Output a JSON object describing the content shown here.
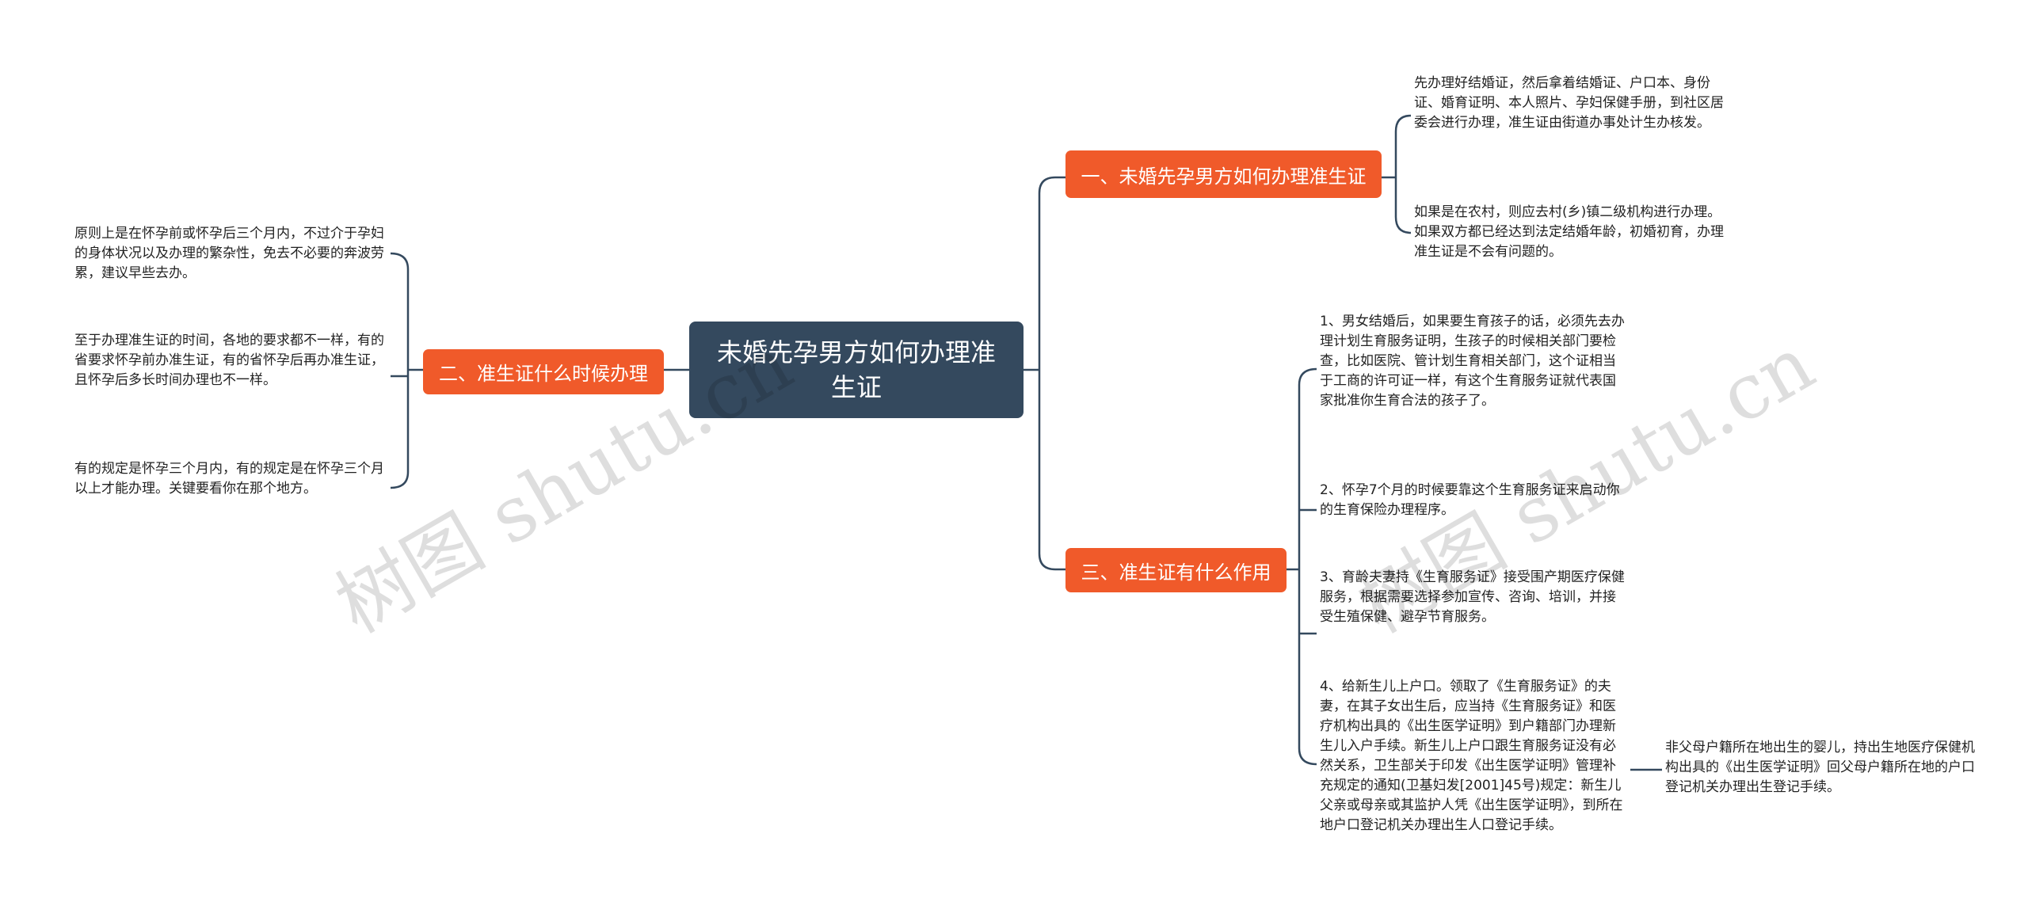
{
  "root": {
    "title": "未婚先孕男方如何办理准生证"
  },
  "branches": [
    {
      "title": "一、未婚先孕男方如何办理准生证",
      "items": [
        "先办理好结婚证，然后拿着结婚证、户口本、身份证、婚育证明、本人照片、孕妇保健手册，到社区居委会进行办理，准生证由街道办事处计生办核发。",
        "如果是在农村，则应去村(乡)镇二级机构进行办理。如果双方都已经达到法定结婚年龄，初婚初育，办理准生证是不会有问题的。"
      ]
    },
    {
      "title": "二、准生证什么时候办理",
      "items": [
        "原则上是在怀孕前或怀孕后三个月内，不过介于孕妇的身体状况以及办理的繁杂性，免去不必要的奔波劳累，建议早些去办。",
        "至于办理准生证的时间，各地的要求都不一样，有的省要求怀孕前办准生证，有的省怀孕后再办准生证，且怀孕后多长时间办理也不一样。",
        "有的规定是怀孕三个月内，有的规定是在怀孕三个月以上才能办理。关键要看你在那个地方。"
      ]
    },
    {
      "title": "三、准生证有什么作用",
      "items": [
        "1、男女结婚后，如果要生育孩子的话，必须先去办理计划生育服务证明，生孩子的时候相关部门要检查，比如医院、管计划生育相关部门，这个证相当于工商的许可证一样，有这个生育服务证就代表国家批准你生育合法的孩子了。",
        "2、怀孕7个月的时候要靠这个生育服务证来启动你的生育保险办理程序。",
        "3、育龄夫妻持《生育服务证》接受围产期医疗保健服务，根据需要选择参加宣传、咨询、培训，并接受生殖保健、避孕节育服务。",
        "4、给新生儿上户口。领取了《生育服务证》的夫妻，在其子女出生后，应当持《生育服务证》和医疗机构出具的《出生医学证明》到户籍部门办理新生儿入户手续。新生儿上户口跟生育服务证没有必然关系，卫生部关于印发《出生医学证明》管理补充规定的通知(卫基妇发[2001]45号)规定：新生儿父亲或母亲或其监护人凭《出生医学证明》，到所在地户口登记机关办理出生人口登记手续。"
      ],
      "subitem": "非父母户籍所在地出生的婴儿，持出生地医疗保健机构出具的《出生医学证明》回父母户籍所在地的户口登记机关办理出生登记手续。"
    }
  ],
  "watermark": "树图 shutu.cn",
  "colors": {
    "root": "#34495e",
    "branch": "#f05a2a",
    "line": "#34495e"
  }
}
